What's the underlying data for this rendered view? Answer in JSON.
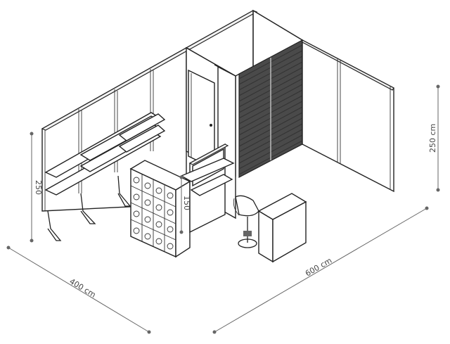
{
  "dimensions": {
    "width_label": "400 cm",
    "depth_label": "600 cm",
    "height_label": "250 cm",
    "left_wall_height_label": "250",
    "shelf_unit_height_label": "150"
  },
  "colors": {
    "line": "#222222",
    "dimension_line": "#666666",
    "background": "#ffffff"
  }
}
